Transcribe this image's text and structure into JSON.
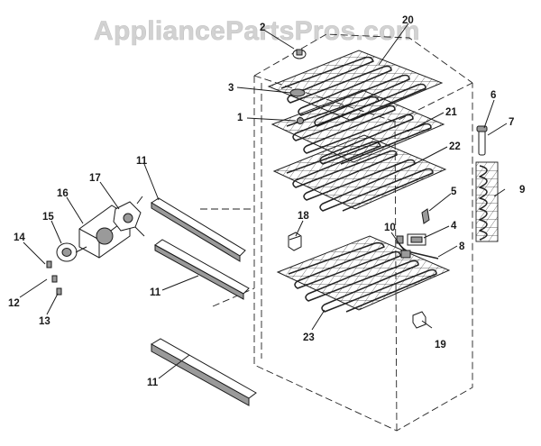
{
  "watermark": "AppliancePartsPros.com",
  "callouts": {
    "c1": "1",
    "c2": "2",
    "c3": "3",
    "c4": "4",
    "c5": "5",
    "c6": "6",
    "c7": "7",
    "c8": "8",
    "c9": "9",
    "c10": "10",
    "c11a": "11",
    "c11b": "11",
    "c11c": "11",
    "c12": "12",
    "c13": "13",
    "c14": "14",
    "c15": "15",
    "c16": "16",
    "c17": "17",
    "c18": "18",
    "c19": "19",
    "c20": "20",
    "c21": "21",
    "c22": "22",
    "c23": "23"
  },
  "colors": {
    "watermark": "#d2d2d2",
    "ink": "#1a1a1a",
    "background": "#ffffff"
  }
}
